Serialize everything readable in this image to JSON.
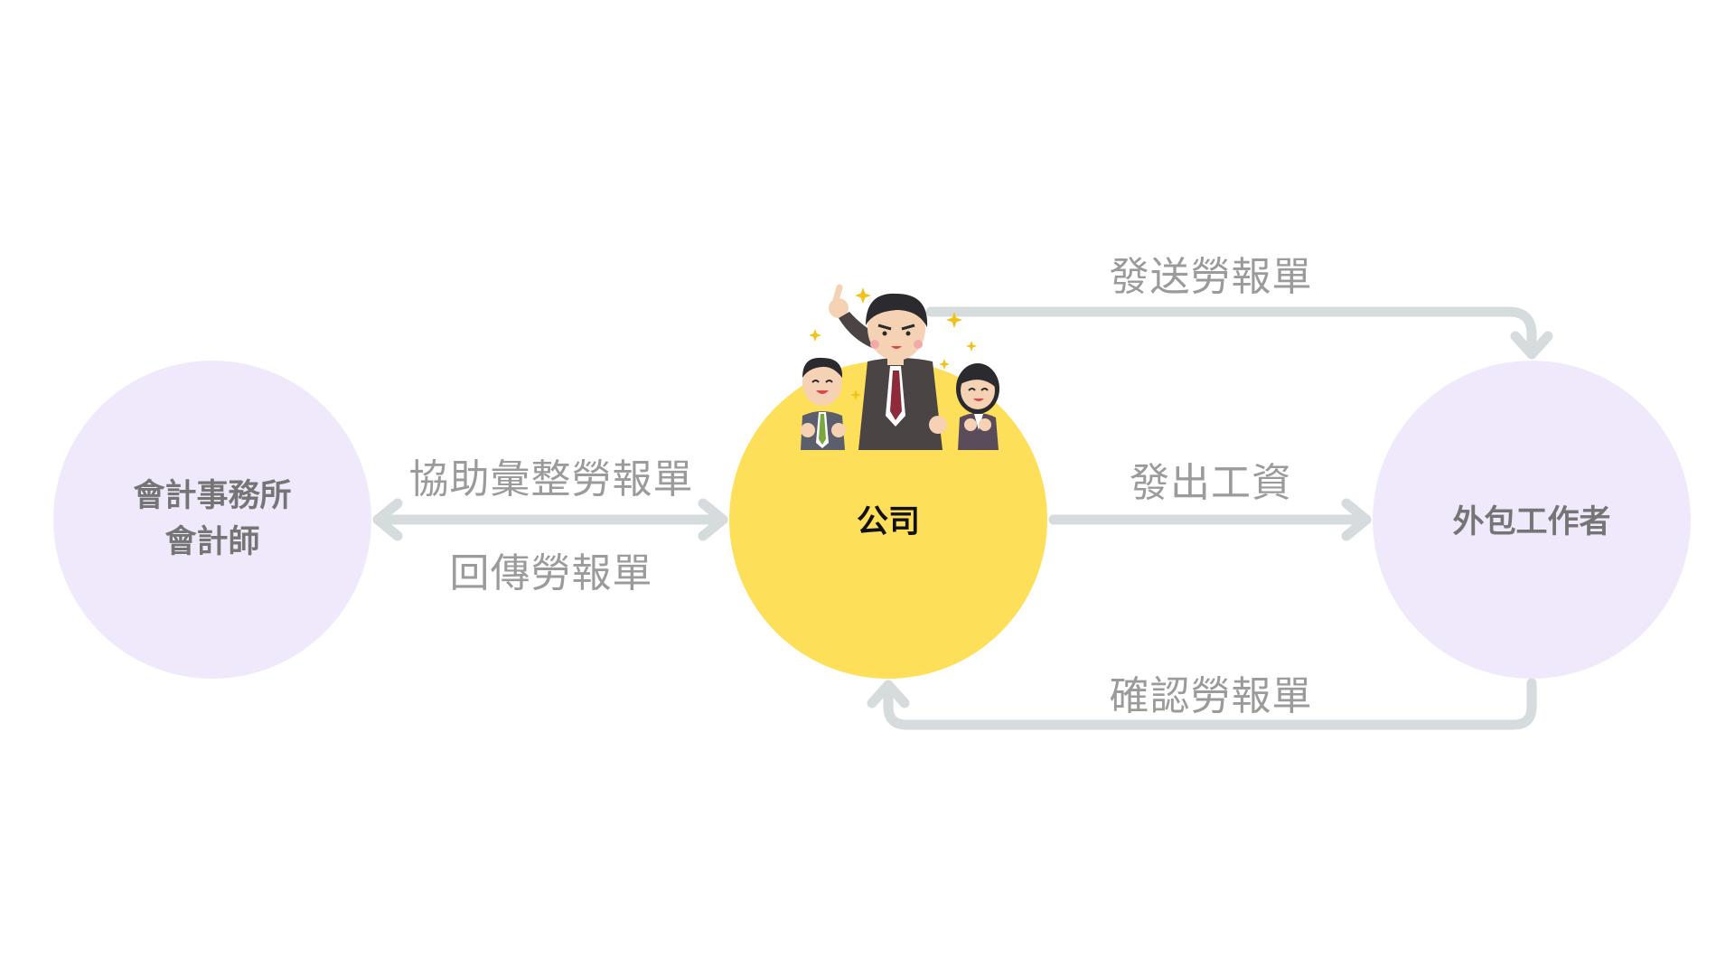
{
  "colors": {
    "accountant_fill": "#f0e9fb",
    "company_fill": "#fedf5a",
    "worker_fill": "#f0e9fb",
    "side_label": "#757575",
    "center_label": "#111111",
    "arrow": "#d6dbde",
    "edge_text": "#9b9b9b"
  },
  "nodes": {
    "accountant": {
      "label": "會計事務所\n會計師"
    },
    "company": {
      "label": "公司",
      "illustration": "business-team-cheering-icon"
    },
    "worker": {
      "label": "外包工作者"
    }
  },
  "edges": {
    "assist": {
      "label": "協助彙整勞報單"
    },
    "return": {
      "label": "回傳勞報單"
    },
    "send": {
      "label": "發送勞報單"
    },
    "pay": {
      "label": "發出工資"
    },
    "confirm": {
      "label": "確認勞報單"
    }
  }
}
